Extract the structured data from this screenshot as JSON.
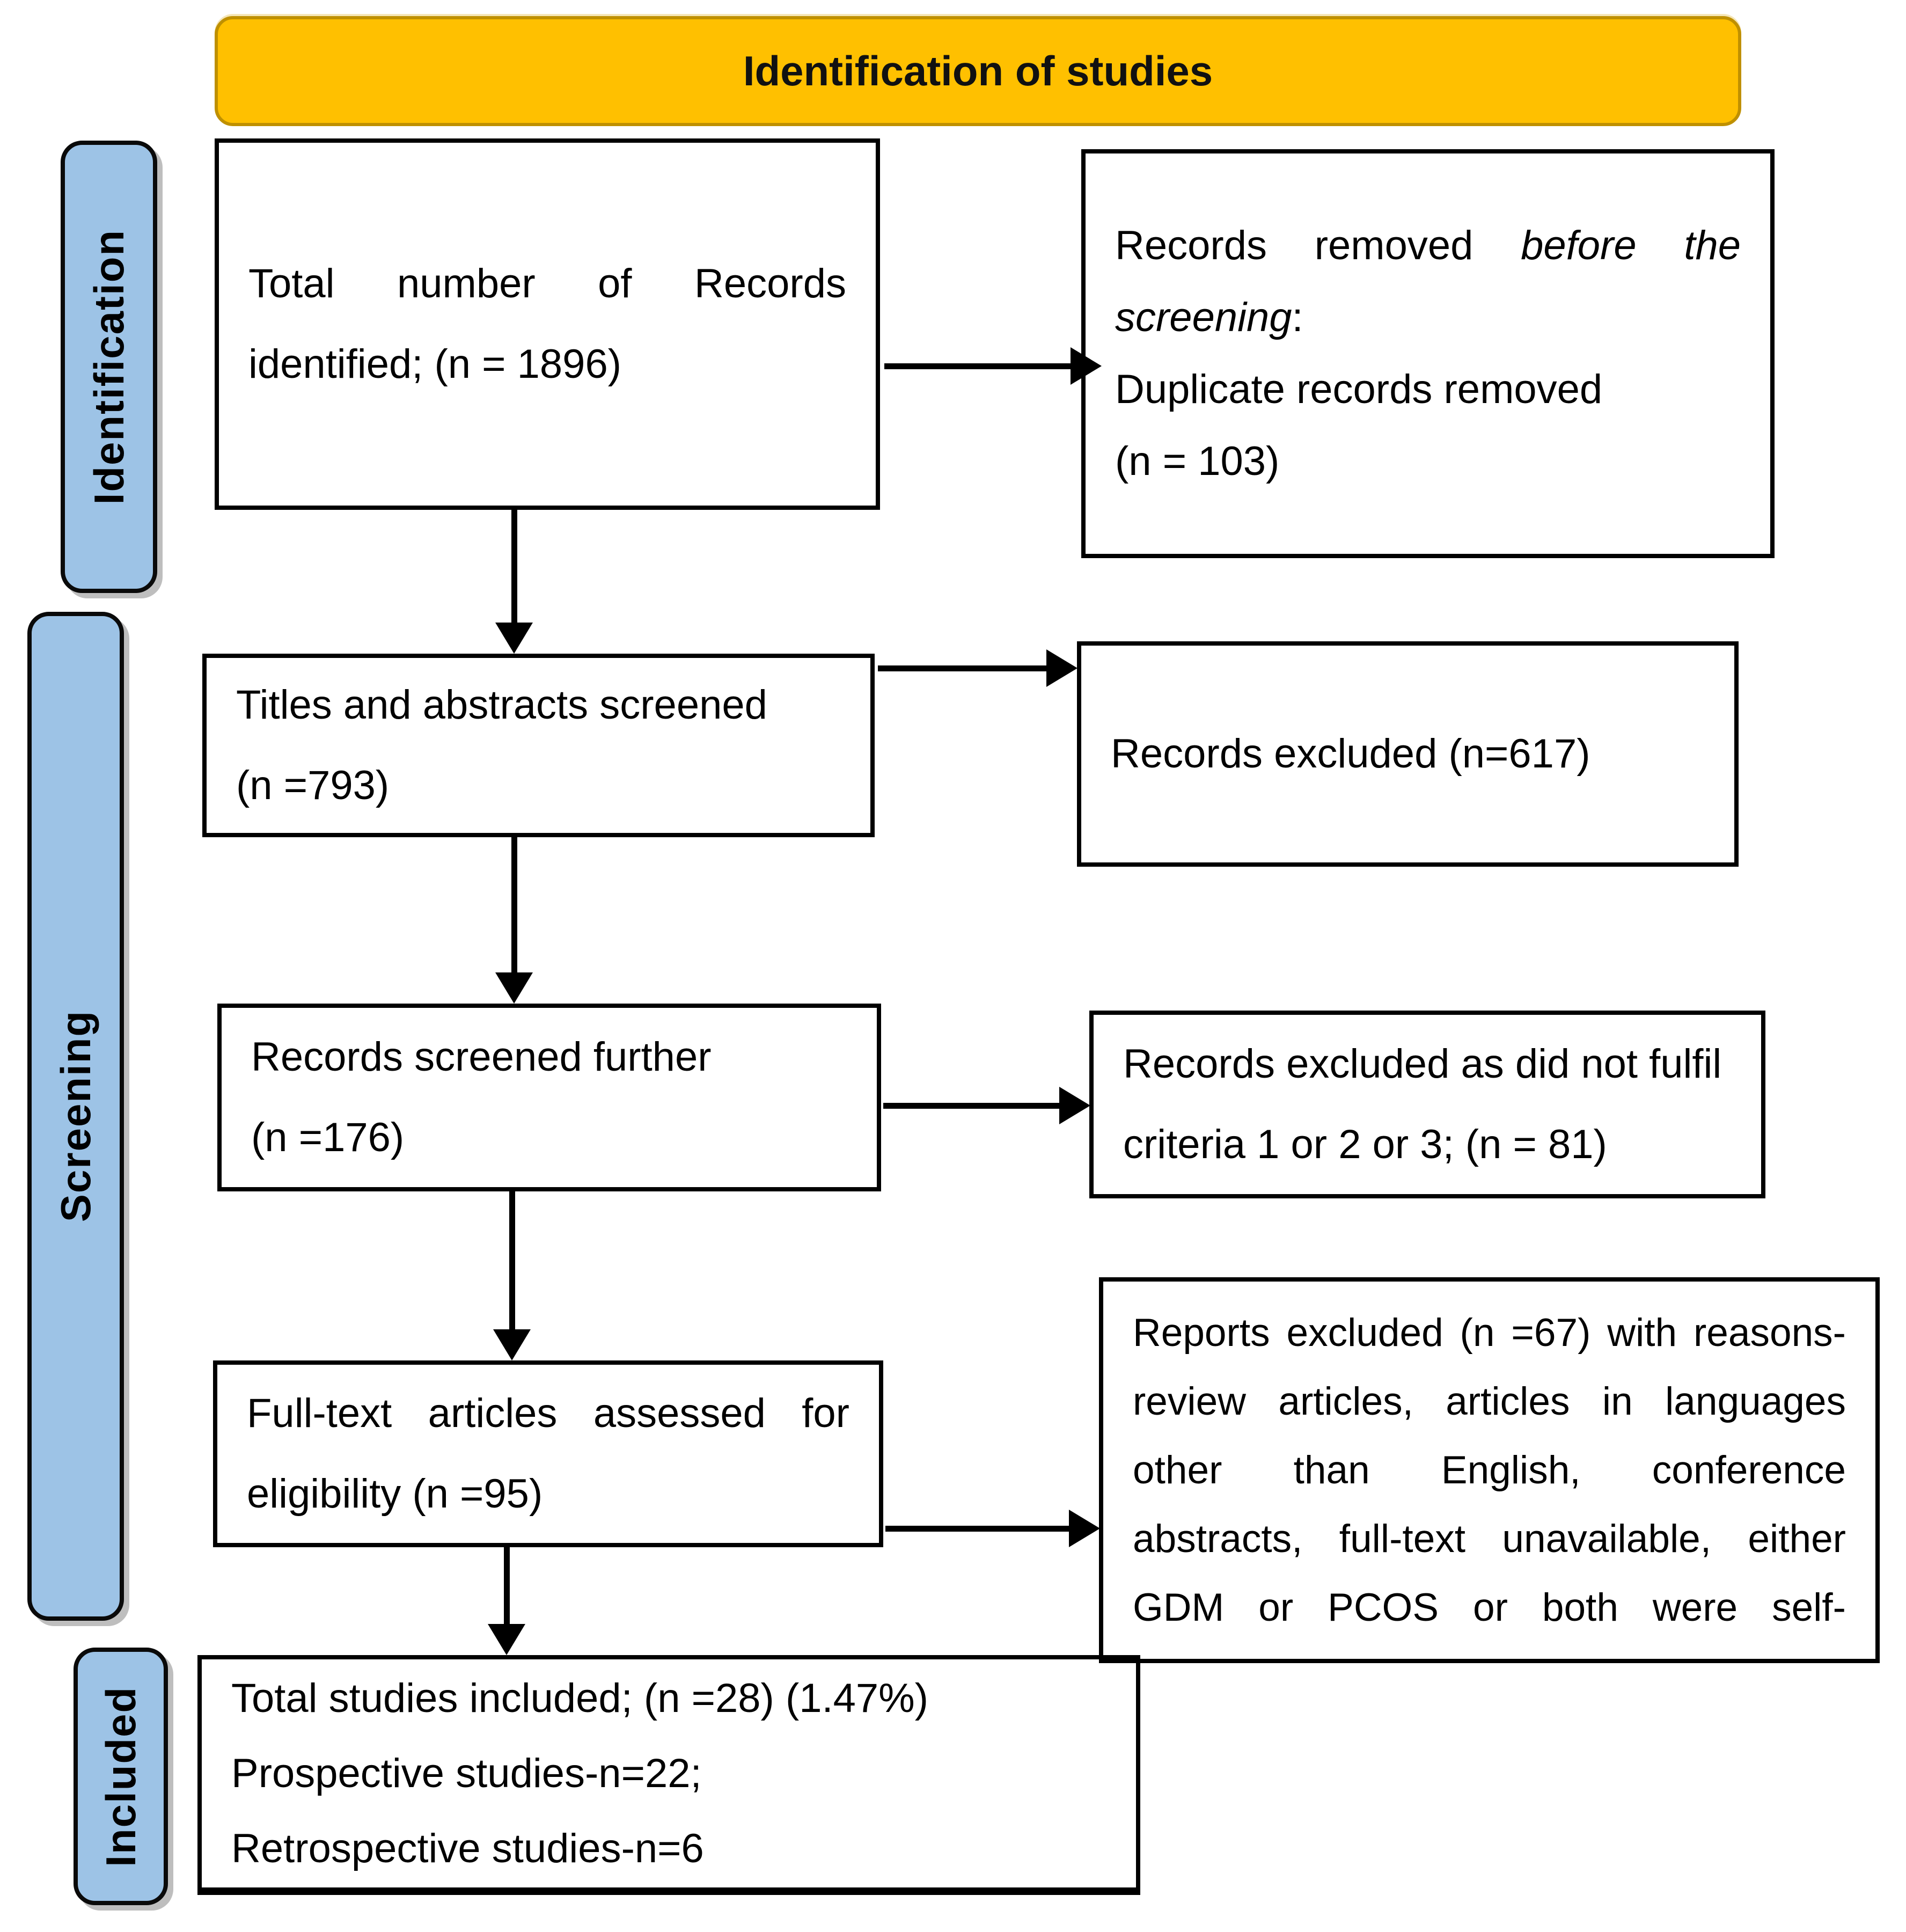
{
  "banner": {
    "title": "Identification of studies"
  },
  "stages": {
    "identification": "Identification",
    "screening": "Screening",
    "included": "Included"
  },
  "flow": {
    "identified": {
      "line1": "Total number of Records",
      "line2": "identified; (n = 1896)"
    },
    "removed_before_screening": {
      "line1_regular": "Records removed ",
      "line1_italic": "before the",
      "line2_italic": "screening",
      "line2_suffix": ":",
      "line3": "Duplicate records removed",
      "line4": "(n = 103)"
    },
    "titles_abstracts_screened": {
      "line1": "Titles and abstracts screened",
      "line2": "(n =793)"
    },
    "records_excluded": {
      "line1": "Records excluded (n=617)"
    },
    "screened_further": {
      "line1": "Records screened further",
      "line2": "(n =176)"
    },
    "excluded_criteria": {
      "line1": "Records excluded as did not fulfil",
      "line2": "criteria 1 or 2 or 3; (n = 81)"
    },
    "fulltext_assessed": {
      "line1": "Full-text articles assessed for",
      "line2": "eligibility (n =95)"
    },
    "reports_excluded": {
      "line1": "Reports excluded (n =67) with reasons-",
      "line2": "review articles, articles in languages",
      "line3": "other than English, conference",
      "line4": "abstracts, full-text unavailable, either",
      "line5": "GDM or PCOS or both were self-"
    },
    "total_included": {
      "line1": "Total studies included; (n =28) (1.47%)",
      "line2": "Prospective studies-n=22;",
      "line3": "Retrospective studies-n=6"
    }
  },
  "colors": {
    "banner_fill": "#FFC000",
    "banner_border": "#BF9000",
    "stage_fill": "#9DC3E6",
    "box_border": "#000000",
    "text": "#000000",
    "background": "#FFFFFF"
  }
}
